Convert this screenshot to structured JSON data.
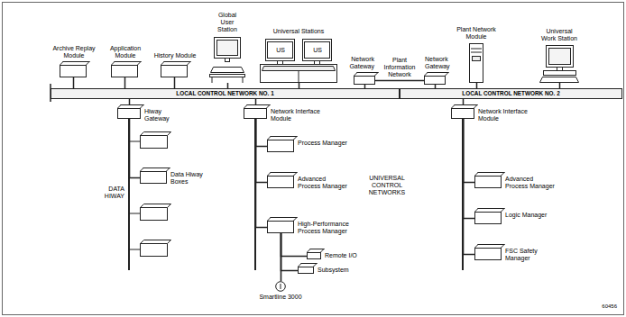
{
  "diagram": {
    "nodes": [
      {
        "text": [
          "Archive Replay Module"
        ]
      },
      {
        "text": [
          "Application Module"
        ]
      },
      {
        "text": [
          "History Module"
        ]
      },
      {
        "text": [
          "Global User Station"
        ]
      },
      {
        "text": [
          "Universal Stations"
        ]
      },
      {
        "text": [
          "Network Gateway"
        ]
      },
      {
        "text": [
          "Network Gateway"
        ]
      },
      {
        "text": [
          "Plant Network Module"
        ]
      },
      {
        "text": [
          "Universal Work Station"
        ]
      },
      {
        "text": [
          "LOCAL CONTROL NETWORK NO. 1"
        ]
      },
      {
        "text": [
          "LOCAL CONTROL NETWORK NO. 2"
        ]
      },
      {
        "text": [
          "Hiway Gateway"
        ]
      },
      {
        "text": [
          "Data Hiway Boxes"
        ]
      },
      {
        "text": [
          "Network Interface Module"
        ]
      },
      {
        "text": [
          "Process Manager"
        ]
      },
      {
        "text": [
          "Advanced Process Manager"
        ]
      },
      {
        "text": [
          "High-Performance Process Manager"
        ]
      },
      {
        "text": [
          "Remote I/O"
        ]
      },
      {
        "text": [
          "Subsystem"
        ]
      },
      {
        "text": [
          "Smartline 3000"
        ]
      },
      {
        "text": [
          "Network Interface Module"
        ]
      },
      {
        "text": [
          "Advanced Process Manager"
        ]
      },
      {
        "text": [
          "Logic Manager"
        ]
      },
      {
        "text": [
          "FSC Safety Manager"
        ]
      }
    ],
    "edges": [
      {
        "from": 0,
        "to": 9,
        "arrow": "none"
      },
      {
        "from": 1,
        "to": 9,
        "arrow": "none"
      },
      {
        "from": 2,
        "to": 9,
        "arrow": "none"
      },
      {
        "from": 3,
        "to": 9,
        "arrow": "none"
      },
      {
        "from": 4,
        "to": 9,
        "arrow": "none"
      },
      {
        "from": 5,
        "to": 9,
        "arrow": "none"
      },
      {
        "from": 6,
        "to": 10,
        "arrow": "none"
      },
      {
        "from": 7,
        "to": 10,
        "arrow": "none"
      },
      {
        "from": 8,
        "to": 10,
        "arrow": "none"
      },
      {
        "from": 5,
        "to": 6,
        "label": "Plant Information Network",
        "arrow": "none"
      },
      {
        "from": 11,
        "to": 9,
        "arrow": "none"
      },
      {
        "from": 12,
        "to": 11,
        "arrow": "none"
      },
      {
        "from": 13,
        "to": 9,
        "arrow": "none"
      },
      {
        "from": 14,
        "to": 13,
        "arrow": "none"
      },
      {
        "from": 15,
        "to": 13,
        "arrow": "none"
      },
      {
        "from": 16,
        "to": 13,
        "arrow": "none"
      },
      {
        "from": 17,
        "to": 16,
        "arrow": "none"
      },
      {
        "from": 18,
        "to": 16,
        "arrow": "none"
      },
      {
        "from": 19,
        "to": 16,
        "arrow": "none"
      },
      {
        "from": 20,
        "to": 10,
        "arrow": "none"
      },
      {
        "from": 21,
        "to": 20,
        "arrow": "none"
      },
      {
        "from": 22,
        "to": 20,
        "arrow": "none"
      },
      {
        "from": 23,
        "to": 20,
        "arrow": "none"
      }
    ],
    "labels": [
      "DATA HIWAY",
      "UNIVERSAL CONTROL NETWORKS",
      "US",
      "US",
      "60456"
    ]
  }
}
